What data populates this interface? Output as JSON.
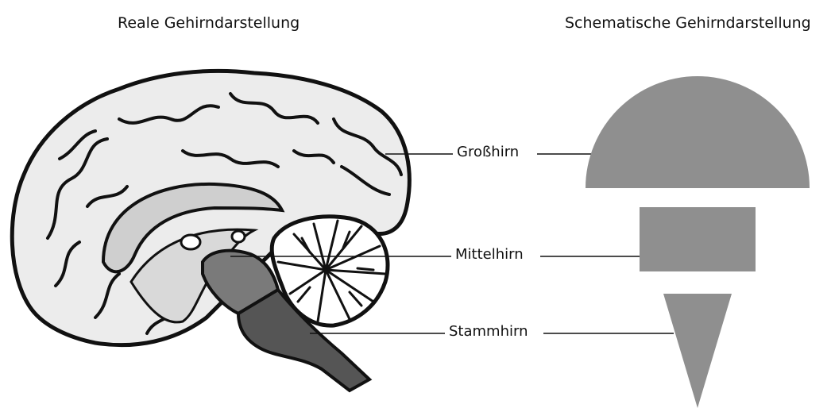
{
  "titles": {
    "real": "Reale Gehirndarstellung",
    "schematic": "Schematische Gehirndarstellung"
  },
  "labels": {
    "cerebrum": "Großhirn",
    "midbrain": "Mittelhirn",
    "brainstem": "Stammhirn"
  },
  "colors": {
    "shape_fill": "#8f8f8f",
    "brain_outline": "#111111",
    "cortex_fill": "#ececec",
    "inner_fill": "#cfcfcf",
    "midbrain_fill": "#7a7a7a",
    "brainstem_fill": "#555555"
  }
}
